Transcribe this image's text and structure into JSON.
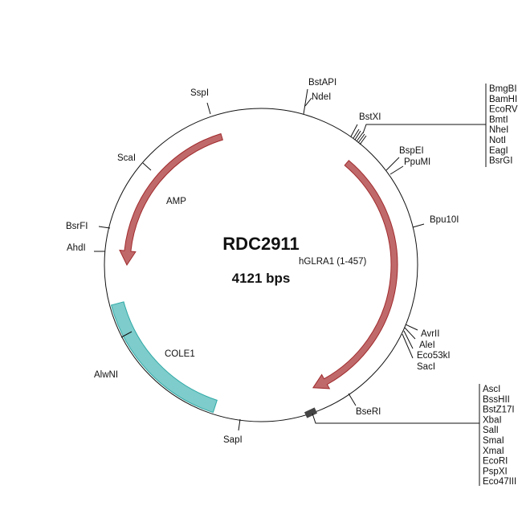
{
  "plasmid": {
    "name": "RDC2911",
    "size": "4121 bps"
  },
  "features": [
    {
      "name": "AMP",
      "color": "#c0696b",
      "stroke": "#a02a2c"
    },
    {
      "name": "hGLRA1 (1-457)",
      "color": "#c0696b",
      "stroke": "#a02a2c"
    },
    {
      "name": "COLE1",
      "color": "#7ecccb",
      "stroke": "#2ea9a6"
    }
  ],
  "sites": {
    "sspi": "SspI",
    "bstapi": "BstAPI",
    "ndei": "NdeI",
    "bstxi": "BstXI",
    "bspei": "BspEI",
    "ppumi": "PpuMI",
    "bpu10i": "Bpu10I",
    "scai": "ScaI",
    "bsrfi": "BsrFI",
    "ahdi": "AhdI",
    "alwni": "AlwNI",
    "sapi": "SapI",
    "bseri": "BseRI",
    "avrii": "AvrII",
    "alei": "AleI",
    "eco53ki": "Eco53kI",
    "saci": "SacI"
  },
  "mcs_top": [
    "BmgBI",
    "BamHI",
    "EcoRV",
    "BmtI",
    "NheI",
    "NotI",
    "EagI",
    "BsrGI"
  ],
  "mcs_bottom": [
    "AscI",
    "BssHII",
    "BstZ17I",
    "XbaI",
    "SalI",
    "SmaI",
    "XmaI",
    "EcoRI",
    "PspXI",
    "Eco47III"
  ]
}
